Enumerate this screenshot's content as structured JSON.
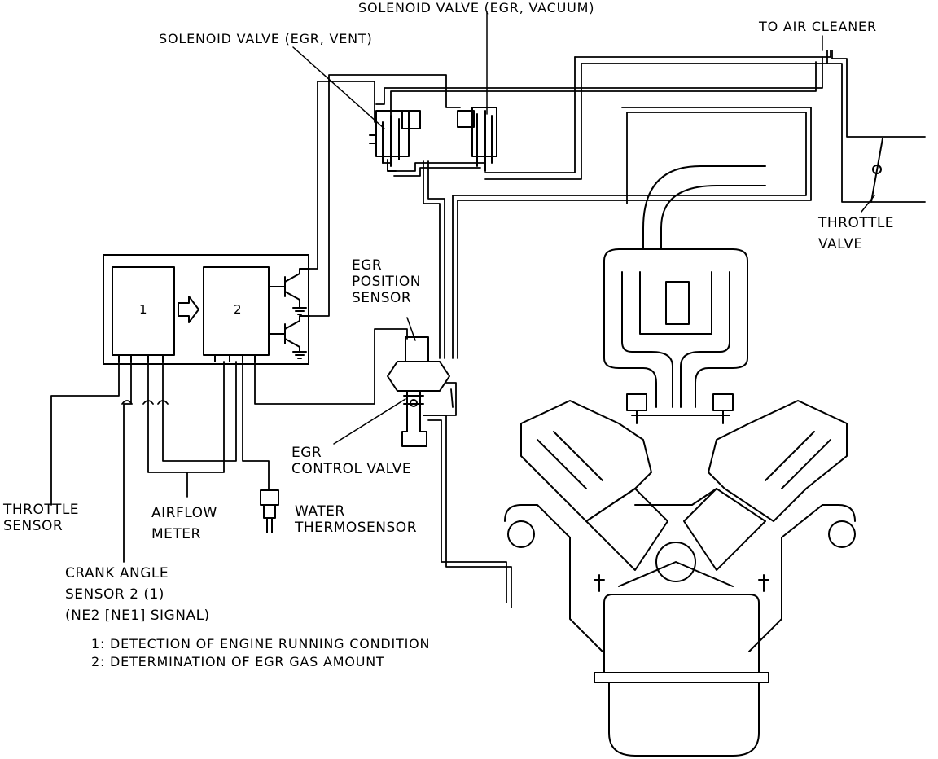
{
  "labels": {
    "solenoid_vacuum": "SOLENOID VALVE (EGR, VACUUM)",
    "solenoid_vent": "SOLENOID VALVE (EGR, VENT)",
    "to_air_cleaner": "TO AIR CLEANER",
    "throttle_valve": [
      "THROTTLE",
      "VALVE"
    ],
    "egr_position_sensor": [
      "EGR",
      "POSITION",
      "SENSOR"
    ],
    "egr_control_valve": [
      "EGR",
      "CONTROL VALVE"
    ],
    "throttle_sensor": [
      "THROTTLE",
      "SENSOR"
    ],
    "airflow_meter": [
      "AIRFLOW",
      "METER"
    ],
    "water_thermosensor": [
      "WATER",
      "THERMOSENSOR"
    ],
    "crank_angle_sensor": [
      "CRANK ANGLE",
      "SENSOR 2 (1)",
      "(NE2 [NE1] SIGNAL)"
    ]
  },
  "ecu": {
    "block1": "1",
    "block2": "2"
  },
  "legend": [
    "1: DETECTION OF ENGINE RUNNING CONDITION",
    "2: DETERMINATION OF EGR GAS AMOUNT"
  ]
}
